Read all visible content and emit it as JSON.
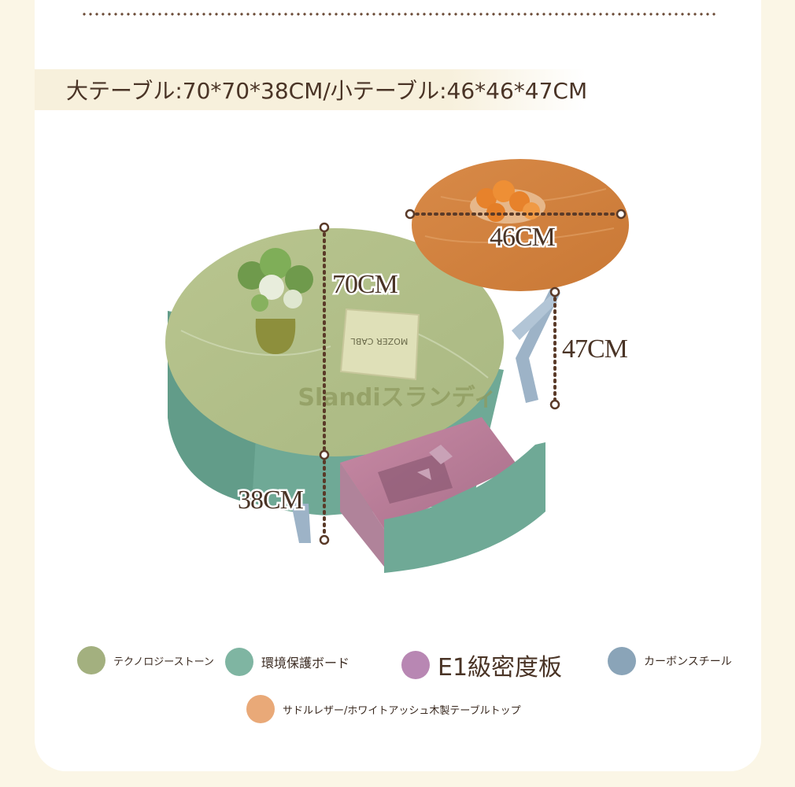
{
  "title": "大テーブル:70*70*38CM/小テーブル:46*46*47CM",
  "image": {
    "dimensions": {
      "small_diameter": "46CM",
      "large_diameter": "70CM",
      "small_height": "47CM",
      "large_height": "38CM"
    },
    "brand_watermark": "Slandiスランディ",
    "book_text": "MOZER CABL"
  },
  "legend": [
    {
      "label": "テクノロジーストーン",
      "color": "#a3b07f"
    },
    {
      "label": "環境保護ボード",
      "color": "#7fb5a2"
    },
    {
      "label": "E1級密度板",
      "color": "#b887b3"
    },
    {
      "label": "カーボンスチール",
      "color": "#8aa4b8"
    },
    {
      "label": "サドルレザー/ホワイトアッシュ木製テーブルトップ",
      "color": "#e9a978"
    }
  ]
}
